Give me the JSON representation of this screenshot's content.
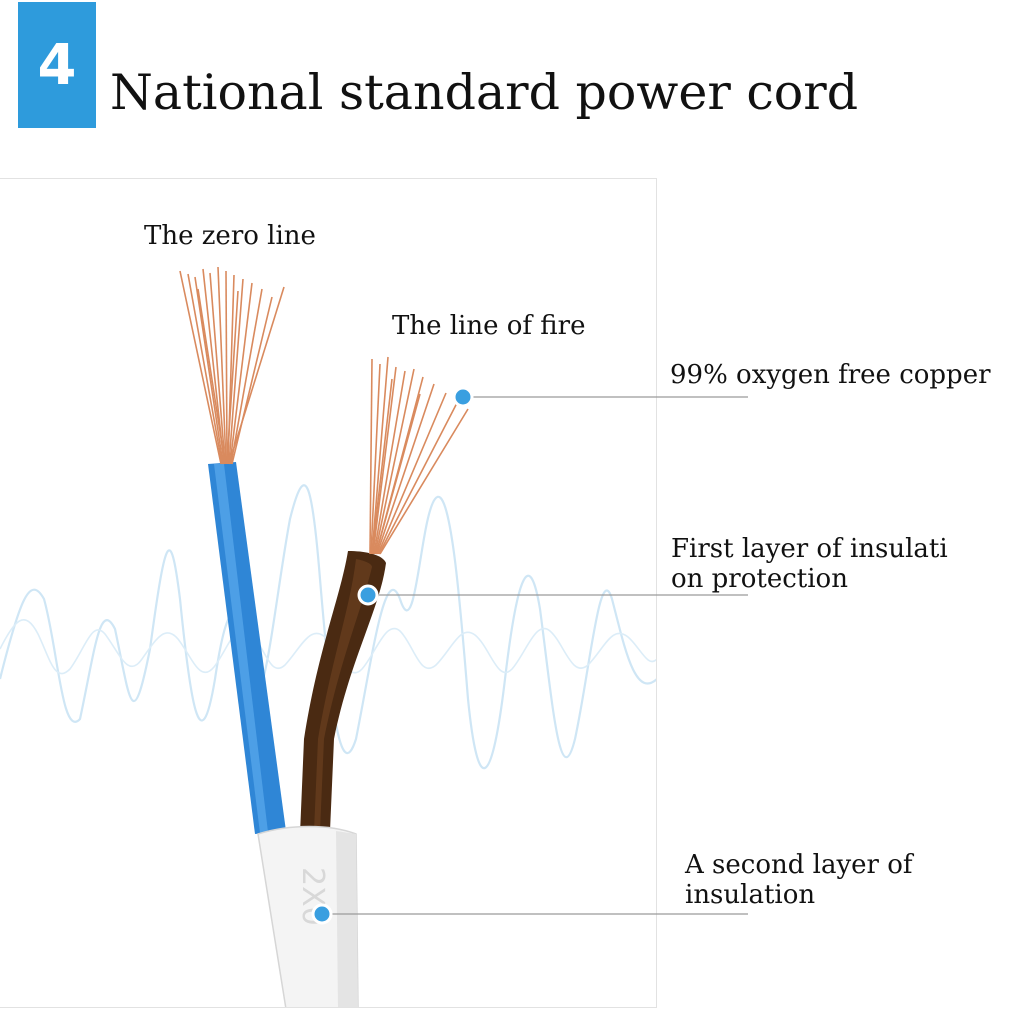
{
  "header": {
    "badge_number": "4",
    "title": "National standard power cord",
    "badge_color": "#2e9bdc"
  },
  "labels": {
    "zero_line": "The zero line",
    "fire_line": "The line of fire",
    "copper_line1": "99% oxygen free copper",
    "first_layer_line1": "First layer of insulati",
    "first_layer_line2": "on protection",
    "second_layer_line1": "A second layer of",
    "second_layer_line2": "insulation"
  },
  "cable": {
    "jacket_print": "2X0",
    "neutral_color": "#2f86d6",
    "live_color": "#4a2a12",
    "copper_color": "#d98a5e",
    "dot_color": "#3a9fe0",
    "wave_color": "#cfe6f5"
  }
}
